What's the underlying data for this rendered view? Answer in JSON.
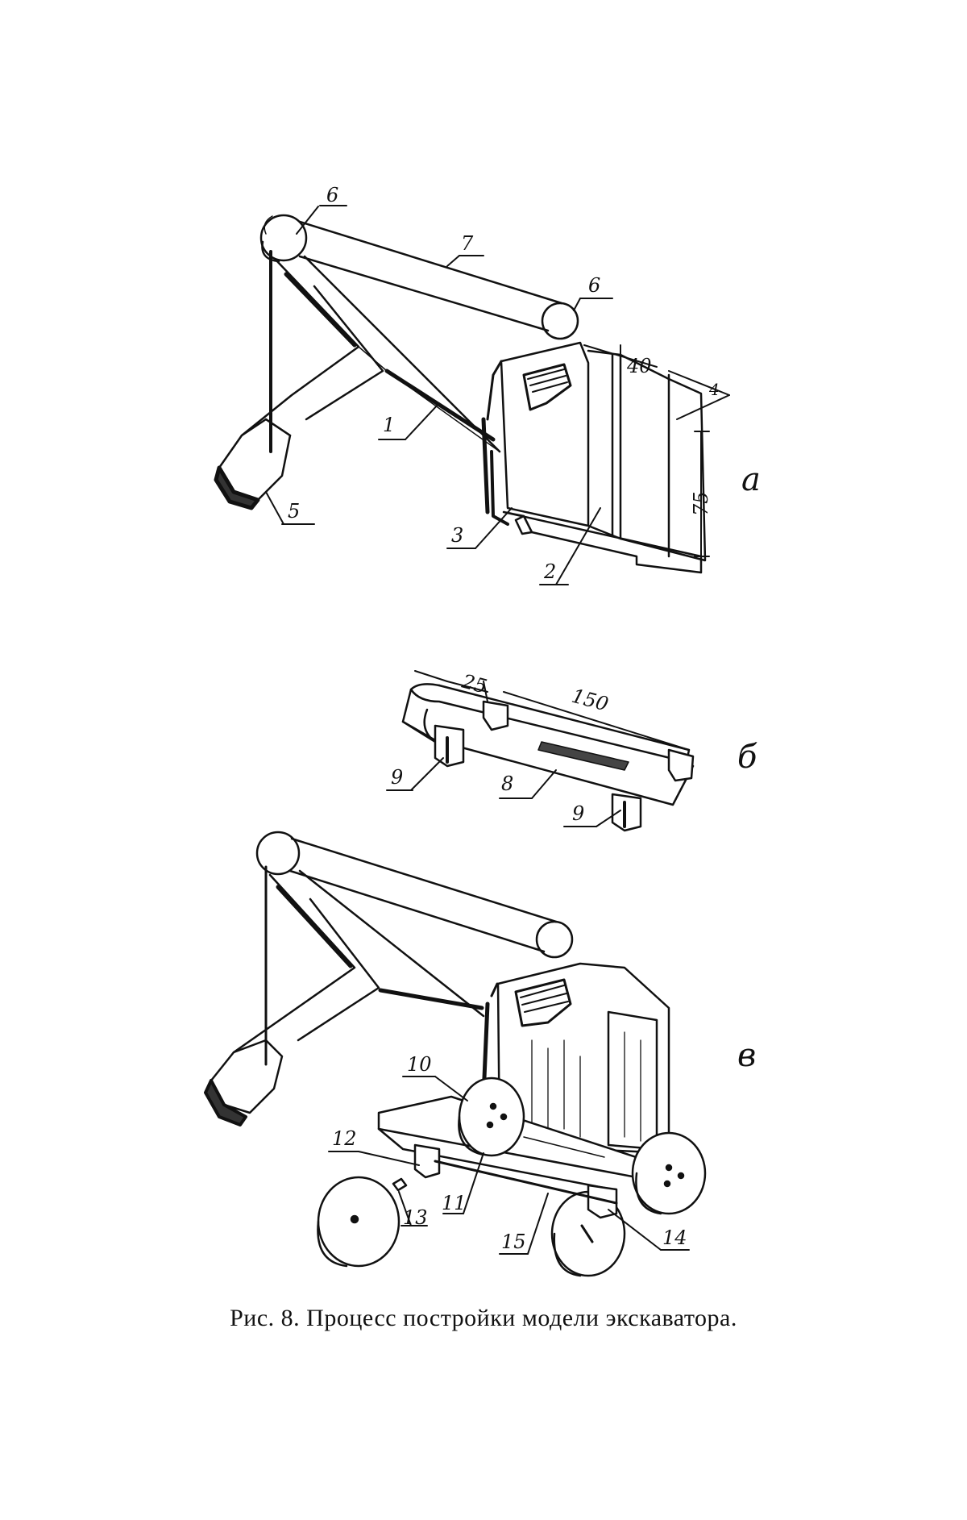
{
  "figure": {
    "caption": "Рис. 8. Процесс постройки модели экскаватора.",
    "panels": [
      {
        "letter": "а",
        "callouts": [
          "1",
          "2",
          "3",
          "4",
          "5",
          "6",
          "6",
          "7"
        ],
        "dimensions": [
          "40",
          "75"
        ]
      },
      {
        "letter": "б",
        "callouts": [
          "8",
          "9",
          "9"
        ],
        "dimensions": [
          "25",
          "150"
        ]
      },
      {
        "letter": "в",
        "callouts": [
          "10",
          "11",
          "12",
          "13",
          "14",
          "15"
        ]
      }
    ]
  }
}
